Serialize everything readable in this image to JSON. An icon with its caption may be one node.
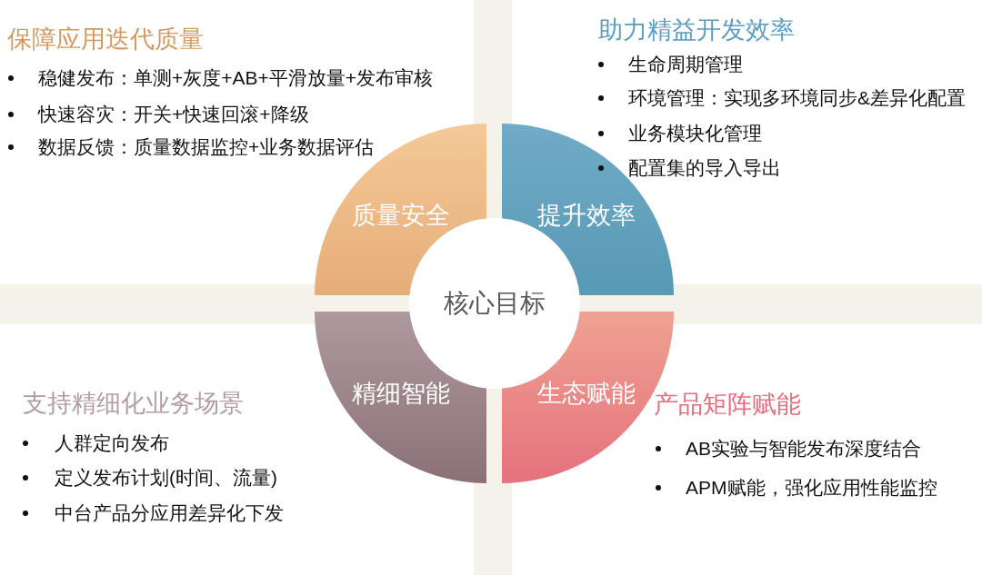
{
  "diagram": {
    "nodes": [
      {
        "text": [
          "质量安全"
        ],
        "beside": [
          "保障应用迭代质量",
          "稳健发布：单测+灰度+AB+平滑放量+发布审核",
          "快速容灾：开关+快速回滚+降级",
          "数据反馈：质量数据监控+业务数据评估"
        ]
      },
      {
        "text": [
          "提升效率"
        ],
        "beside": [
          "助力精益开发效率",
          "生命周期管理",
          "环境管理：实现多环境同步&差异化配置",
          "业务模块化管理",
          "配置集的导入导出"
        ]
      },
      {
        "text": [
          "核心目标"
        ]
      },
      {
        "text": [
          "精细智能"
        ],
        "beside": [
          "支持精细化业务场景",
          "人群定向发布",
          "定义发布计划(时间、流量)",
          "中台产品分应用差异化下发"
        ]
      },
      {
        "text": [
          "生态赋能"
        ],
        "beside": [
          "产品矩阵赋能",
          "AB实验与智能发布深度结合",
          "APM赋能，强化应用性能监控"
        ]
      }
    ]
  }
}
